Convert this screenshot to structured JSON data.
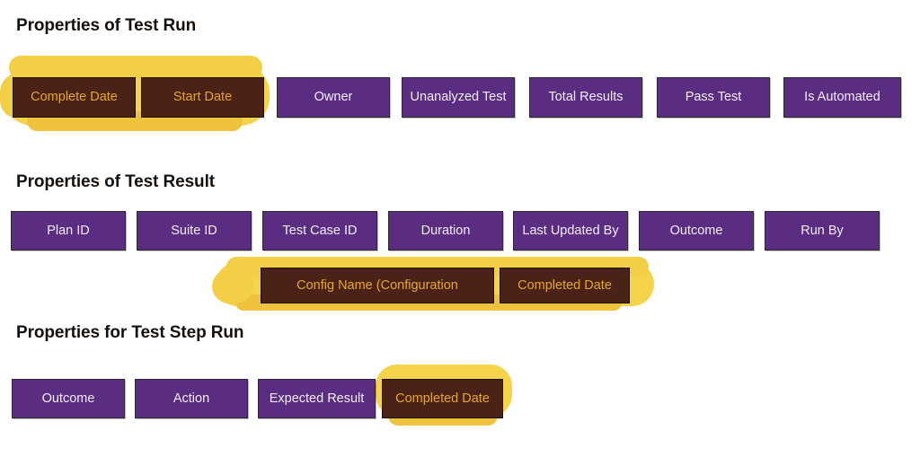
{
  "document": {
    "background_color": "#ffffff",
    "chip_color": "#5b2d82",
    "chip_text_color": "#f2eef6",
    "highlighted_chip_color": "#4a2218",
    "highlighted_chip_text_color": "#e3a72c",
    "highlighter_color": "#f5d34a"
  },
  "sections": [
    {
      "heading": "Properties of Test Run",
      "rows": [
        {
          "chips": [
            {
              "label": "Complete Date",
              "highlighted": true
            },
            {
              "label": "Start Date",
              "highlighted": true
            },
            {
              "label": "Owner",
              "highlighted": false
            },
            {
              "label": "Unanalyzed Test",
              "highlighted": false
            },
            {
              "label": "Total Results",
              "highlighted": false
            },
            {
              "label": "Pass Test",
              "highlighted": false
            },
            {
              "label": "Is Automated",
              "highlighted": false
            }
          ]
        }
      ]
    },
    {
      "heading": "Properties of Test Result",
      "rows": [
        {
          "chips": [
            {
              "label": "Plan ID",
              "highlighted": false
            },
            {
              "label": "Suite ID",
              "highlighted": false
            },
            {
              "label": "Test Case ID",
              "highlighted": false
            },
            {
              "label": "Duration",
              "highlighted": false
            },
            {
              "label": "Last Updated By",
              "highlighted": false
            },
            {
              "label": "Outcome",
              "highlighted": false
            },
            {
              "label": "Run By",
              "highlighted": false
            }
          ]
        },
        {
          "chips": [
            {
              "label": "Config Name (Configuration",
              "highlighted": true
            },
            {
              "label": "Completed Date",
              "highlighted": true
            }
          ]
        }
      ]
    },
    {
      "heading": "Properties for Test Step Run",
      "rows": [
        {
          "chips": [
            {
              "label": "Outcome",
              "highlighted": false
            },
            {
              "label": "Action",
              "highlighted": false
            },
            {
              "label": "Expected Result",
              "highlighted": false
            },
            {
              "label": "Completed Date",
              "highlighted": true
            }
          ]
        }
      ]
    }
  ]
}
